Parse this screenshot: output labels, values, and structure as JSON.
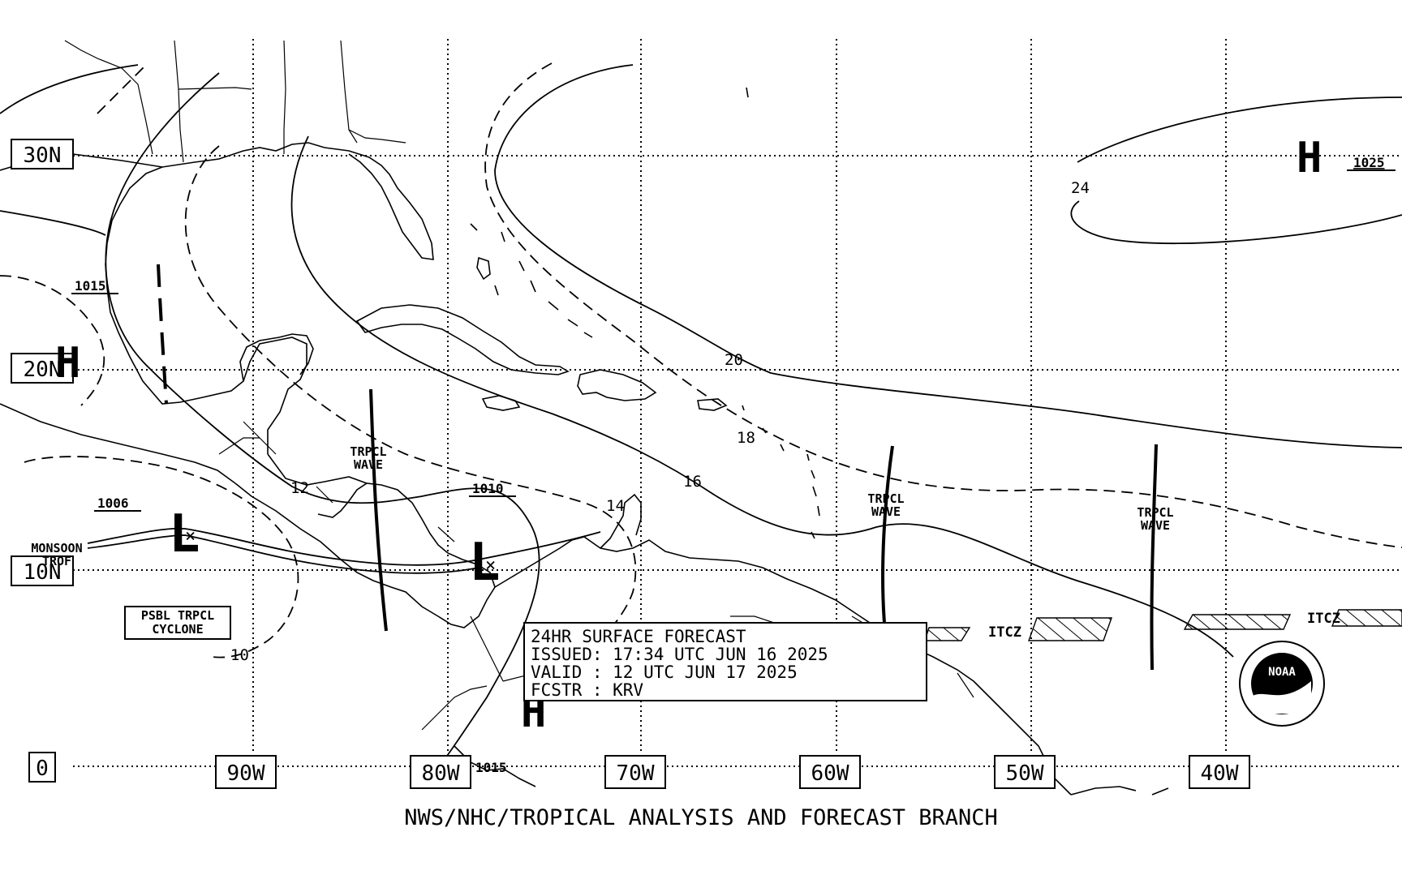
{
  "map": {
    "lat_labels": [
      "30N",
      "20N",
      "10N",
      "0"
    ],
    "lon_labels": [
      "90W",
      "80W",
      "70W",
      "60W",
      "50W",
      "40W"
    ],
    "isobar_values": [
      "24",
      "20",
      "18",
      "16",
      "14",
      "12",
      "10"
    ],
    "pressure_centers": [
      {
        "type": "H",
        "value": "1025"
      },
      {
        "type": "H",
        "value": "1015"
      },
      {
        "type": "H",
        "value": ""
      },
      {
        "type": "L",
        "value": "1006"
      },
      {
        "type": "L",
        "value": "1010"
      }
    ],
    "features": {
      "trpcl_wave": "TRPCL\nWAVE",
      "monsoon_trof": "MONSOON\nTROF",
      "itcz": "ITCZ",
      "psbl_cyclone_line1": "PSBL TRPCL",
      "psbl_cyclone_line2": "CYCLONE"
    },
    "forecast_box": {
      "line1": "24HR SURFACE FORECAST",
      "line2": "ISSUED: 17:34 UTC JUN 16 2025",
      "line3": "VALID : 12 UTC JUN 17 2025",
      "line4": "FCSTR : KRV"
    },
    "footer": "NWS/NHC/TROPICAL ANALYSIS AND FORECAST BRANCH",
    "logo_text": "NOAA"
  }
}
